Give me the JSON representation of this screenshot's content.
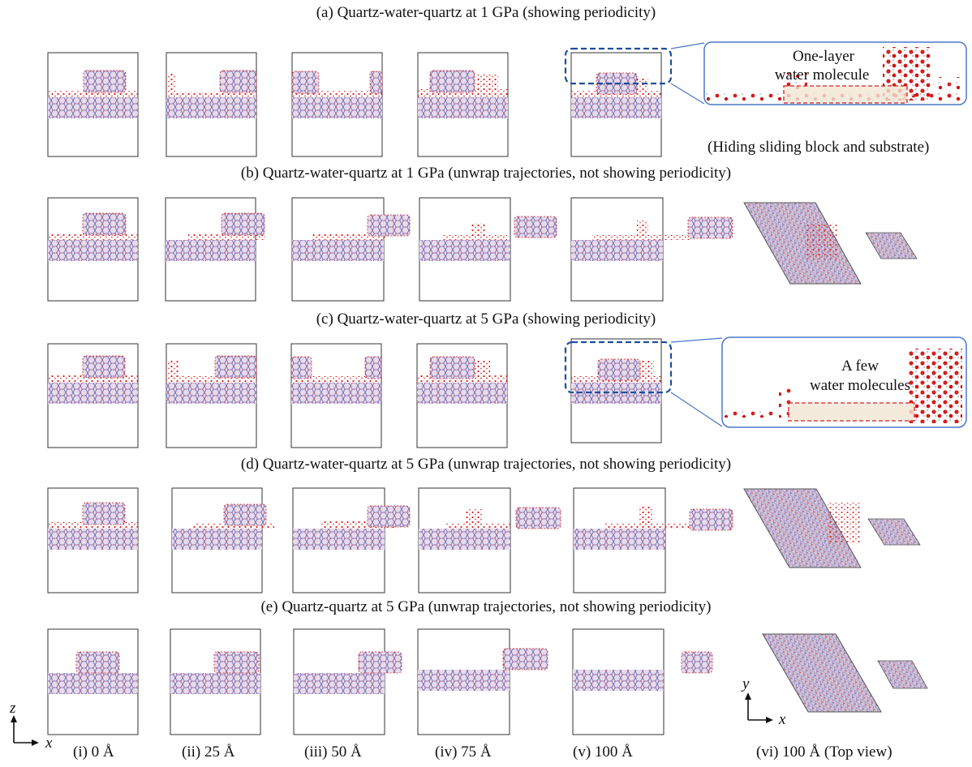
{
  "rows": [
    {
      "title": "(a) Quartz-water-quartz at 1 GPa (showing periodicity)"
    },
    {
      "title": "(b) Quartz-water-quartz at 1 GPa (unwrap trajectories, not showing periodicity)"
    },
    {
      "title": "(c) Quartz-water-quartz at 5 GPa (showing periodicity)"
    },
    {
      "title": "(d) Quartz-water-quartz at 5 GPa (unwrap trajectories, not showing periodicity)"
    },
    {
      "title": "(e) Quartz-quartz at 5 GPa (unwrap trajectories, not showing periodicity)"
    }
  ],
  "insets": {
    "a_label_line1": "One-layer",
    "a_label_line2": "water molecule",
    "a_note": "(Hiding sliding block and substrate)",
    "c_label_line1": "A few",
    "c_label_line2": "water molecules"
  },
  "columns": [
    "(i) 0 Å",
    "(ii) 25 Å",
    "(iii) 50 Å",
    "(iv) 75 Å",
    "(v) 100 Å",
    "(vi) 100 Å (Top view)"
  ],
  "axes": {
    "z": "z",
    "x": "x",
    "y": "y"
  },
  "colors": {
    "oxygen": "#d42020",
    "silicon": "#5a5ab0",
    "highlight": "#1f4e9a",
    "water_box": "#d42020"
  }
}
